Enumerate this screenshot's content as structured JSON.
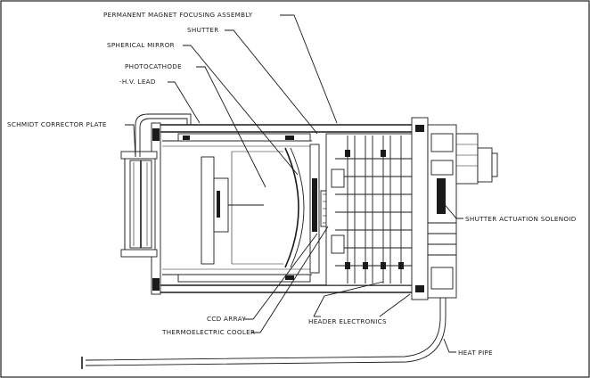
{
  "labels": {
    "permanent_magnet": "PERMANENT MAGNET FOCUSING ASSEMBLY",
    "shutter": "SHUTTER",
    "spherical_mirror": "SPHERICAL MIRROR",
    "photocathode": "PHOTOCATHODE",
    "hv_lead": "-H.V. LEAD",
    "schmidt_plate": "SCHMIDT CORRECTOR PLATE",
    "shutter_solenoid": "SHUTTER ACTUATION SOLENOID",
    "ccd_array": "CCD ARRAY",
    "thermoelectric_cooler": "THERMOELECTRIC COOLER",
    "header_electronics": "HEADER ELECTRONICS",
    "heat_pipe": "HEAT PIPE"
  }
}
